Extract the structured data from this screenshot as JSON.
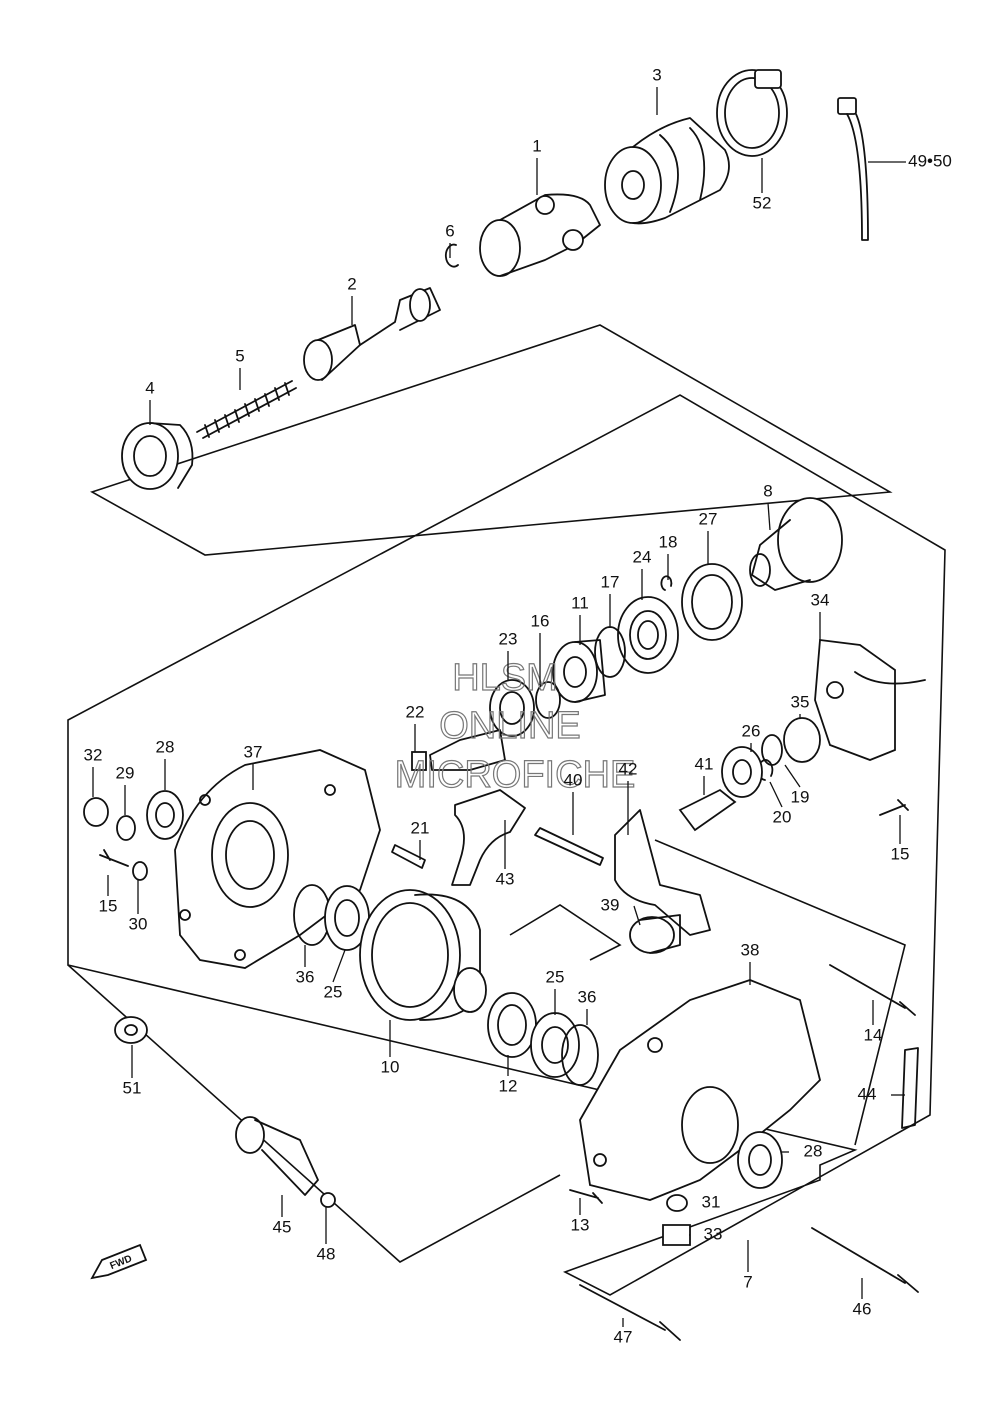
{
  "watermark": {
    "line1": "HLSM",
    "line2": "ONLINE",
    "line3": "MICROFICHE"
  },
  "fwd_label": "FWD",
  "callouts": [
    {
      "id": "1",
      "label": "1"
    },
    {
      "id": "2",
      "label": "2"
    },
    {
      "id": "3",
      "label": "3"
    },
    {
      "id": "4",
      "label": "4"
    },
    {
      "id": "5",
      "label": "5"
    },
    {
      "id": "6",
      "label": "6"
    },
    {
      "id": "7",
      "label": "7"
    },
    {
      "id": "8",
      "label": "8"
    },
    {
      "id": "10",
      "label": "10"
    },
    {
      "id": "11",
      "label": "11"
    },
    {
      "id": "12",
      "label": "12"
    },
    {
      "id": "13",
      "label": "13"
    },
    {
      "id": "14",
      "label": "14"
    },
    {
      "id": "15a",
      "label": "15"
    },
    {
      "id": "15b",
      "label": "15"
    },
    {
      "id": "16",
      "label": "16"
    },
    {
      "id": "17",
      "label": "17"
    },
    {
      "id": "18",
      "label": "18"
    },
    {
      "id": "19",
      "label": "19"
    },
    {
      "id": "20",
      "label": "20"
    },
    {
      "id": "21",
      "label": "21"
    },
    {
      "id": "22",
      "label": "22"
    },
    {
      "id": "23",
      "label": "23"
    },
    {
      "id": "24",
      "label": "24"
    },
    {
      "id": "25a",
      "label": "25"
    },
    {
      "id": "25b",
      "label": "25"
    },
    {
      "id": "26",
      "label": "26"
    },
    {
      "id": "27",
      "label": "27"
    },
    {
      "id": "28a",
      "label": "28"
    },
    {
      "id": "28b",
      "label": "28"
    },
    {
      "id": "29",
      "label": "29"
    },
    {
      "id": "30",
      "label": "30"
    },
    {
      "id": "31",
      "label": "31"
    },
    {
      "id": "32",
      "label": "32"
    },
    {
      "id": "33",
      "label": "33"
    },
    {
      "id": "34",
      "label": "34"
    },
    {
      "id": "35",
      "label": "35"
    },
    {
      "id": "36a",
      "label": "36"
    },
    {
      "id": "36b",
      "label": "36"
    },
    {
      "id": "37",
      "label": "37"
    },
    {
      "id": "38",
      "label": "38"
    },
    {
      "id": "39",
      "label": "39"
    },
    {
      "id": "40",
      "label": "40"
    },
    {
      "id": "41",
      "label": "41"
    },
    {
      "id": "42",
      "label": "42"
    },
    {
      "id": "43",
      "label": "43"
    },
    {
      "id": "44",
      "label": "44"
    },
    {
      "id": "45",
      "label": "45"
    },
    {
      "id": "46",
      "label": "46"
    },
    {
      "id": "47",
      "label": "47"
    },
    {
      "id": "48",
      "label": "48"
    },
    {
      "id": "49-50",
      "label": "49•50"
    },
    {
      "id": "51",
      "label": "51"
    },
    {
      "id": "52",
      "label": "52"
    }
  ]
}
